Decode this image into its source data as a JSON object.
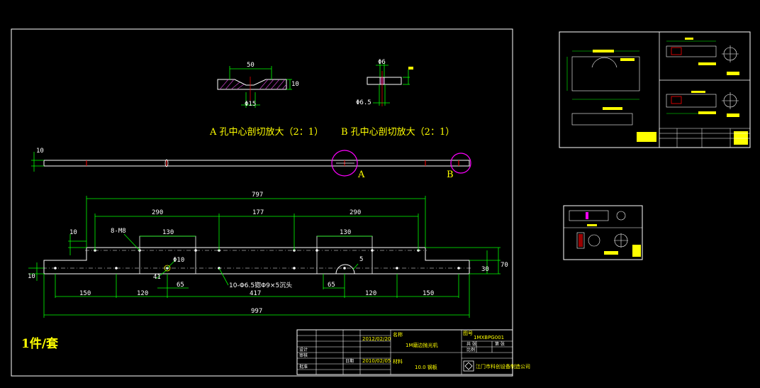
{
  "colors": {
    "background": "#000000",
    "frame": "#ffffff",
    "outline": "#ffffff",
    "dimension": "#00ff00",
    "centerline": "#ff0000",
    "callout_circle": "#ff00ff",
    "caption": "#ffff00",
    "hatch": "#cc44cc",
    "thumbnail_text": "#ffff00"
  },
  "main_sheet": {
    "quantity": "1件/套",
    "detail_a": {
      "caption": "A  孔中心剖切放大（2：1）",
      "width_dim": "50",
      "hole_dim": "Φ15",
      "depth_dim": "10"
    },
    "detail_b": {
      "caption": "B 孔中心剖切放大（2：1）",
      "width_dim": "Φ6",
      "hole_dim": "Φ6.5"
    },
    "side_view": {
      "thickness_dim": "10",
      "label_a": "A",
      "label_b": "B"
    },
    "plan_view": {
      "overall_top": "797",
      "span_left": "290",
      "span_mid": "177",
      "span_right": "290",
      "pocket_left": "130",
      "pocket_right": "130",
      "step_height": "10",
      "base_offset": "10",
      "thread_note": "8-M8",
      "hole_dia": "Φ10",
      "small_dim": "41",
      "slot_width": "5",
      "height_inner": "30",
      "height_outer": "70",
      "bottom_150_left": "150",
      "bottom_120_left": "120",
      "bottom_65_left": "65",
      "bottom_417": "417",
      "bottom_65_right": "65",
      "bottom_120_right": "120",
      "bottom_150_right": "150",
      "overall_bottom": "997",
      "countersink_note": "10-Φ6.5锪Φ9×5沉头"
    },
    "title_block": {
      "date_top": "2012/02/20",
      "product_label": "名称",
      "product_name": "1M磨边抛光机",
      "drawing_label": "图号",
      "drawing_no": "1MXBPG001",
      "material_label": "材料",
      "material": "10.0 钢板",
      "scale_label": "比例",
      "designer_label": "设计",
      "checker_label": "审核",
      "approve_label": "批准",
      "date_label": "日期",
      "date_bottom": "2010/02/05",
      "sheet_label": "共  张",
      "sheet_of": "第  张",
      "company": "江门市科创设备制造公司"
    }
  }
}
